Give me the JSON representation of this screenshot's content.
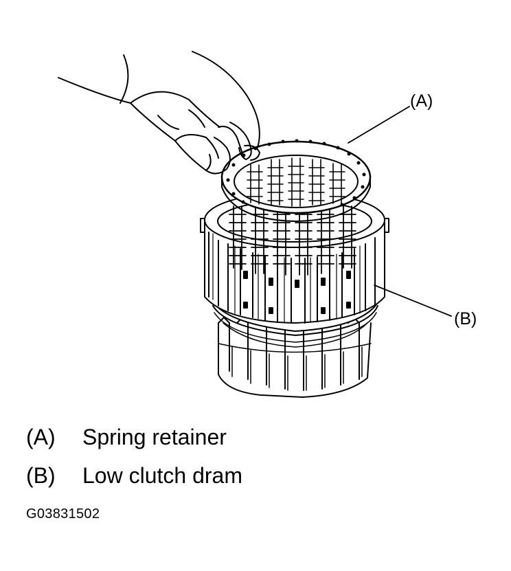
{
  "callouts": {
    "a": "(A)",
    "b": "(B)"
  },
  "legend": [
    {
      "label": "(A)",
      "text": "Spring retainer"
    },
    {
      "label": "(B)",
      "text": "Low clutch dram"
    }
  ],
  "figure_code": "G03831502",
  "colors": {
    "ink": "#000000",
    "paper": "#ffffff"
  }
}
